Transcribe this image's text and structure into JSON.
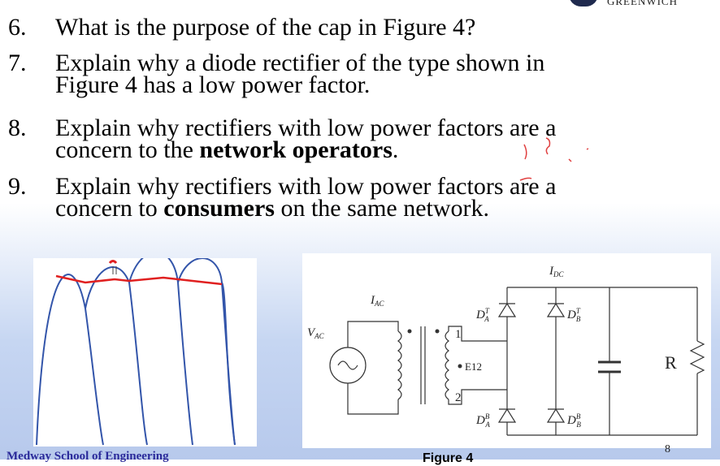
{
  "header": {
    "logo_text": "GREENWICH"
  },
  "questions": [
    {
      "number": "6.",
      "pre": "What is the purpose of the cap in Figure 4?",
      "bold": "",
      "post": ""
    },
    {
      "number": "7.",
      "line1": "Explain why a diode rectifier of the type shown in",
      "line2": "Figure 4 has a low power factor."
    },
    {
      "number": "8.",
      "line1": "Explain why rectifiers with low power factors are a",
      "pre": "concern to the ",
      "bold": "network operators",
      "post": "."
    },
    {
      "number": "9.",
      "line1": " Explain why rectifiers with low power factors are a",
      "pre": "concern to ",
      "bold": "consumers",
      "post": " on the same network."
    }
  ],
  "figure": {
    "caption": "Figure 4",
    "labels": {
      "i_ac": "I",
      "i_ac_sub": "AC",
      "v_ac": "V",
      "v_ac_sub": "AC",
      "i_dc": "I",
      "i_dc_sub": "DC",
      "node1": "1",
      "node2": "2",
      "e12": "E12",
      "da_t": "D",
      "da_t_sub": "A",
      "da_t_sup": "T",
      "db_t": "D",
      "db_t_sub": "B",
      "db_t_sup": "T",
      "da_b": "D",
      "da_b_sub": "A",
      "da_b_sup": "B",
      "db_b": "D",
      "db_b_sub": "B",
      "db_b_sup": "B",
      "resistor": "R"
    }
  },
  "footer": {
    "school": "Medway School of Engineering",
    "page": "8"
  },
  "colors": {
    "wave": "#3355aa",
    "ripple": "#e02020",
    "footer_text": "#2a2a9a"
  }
}
